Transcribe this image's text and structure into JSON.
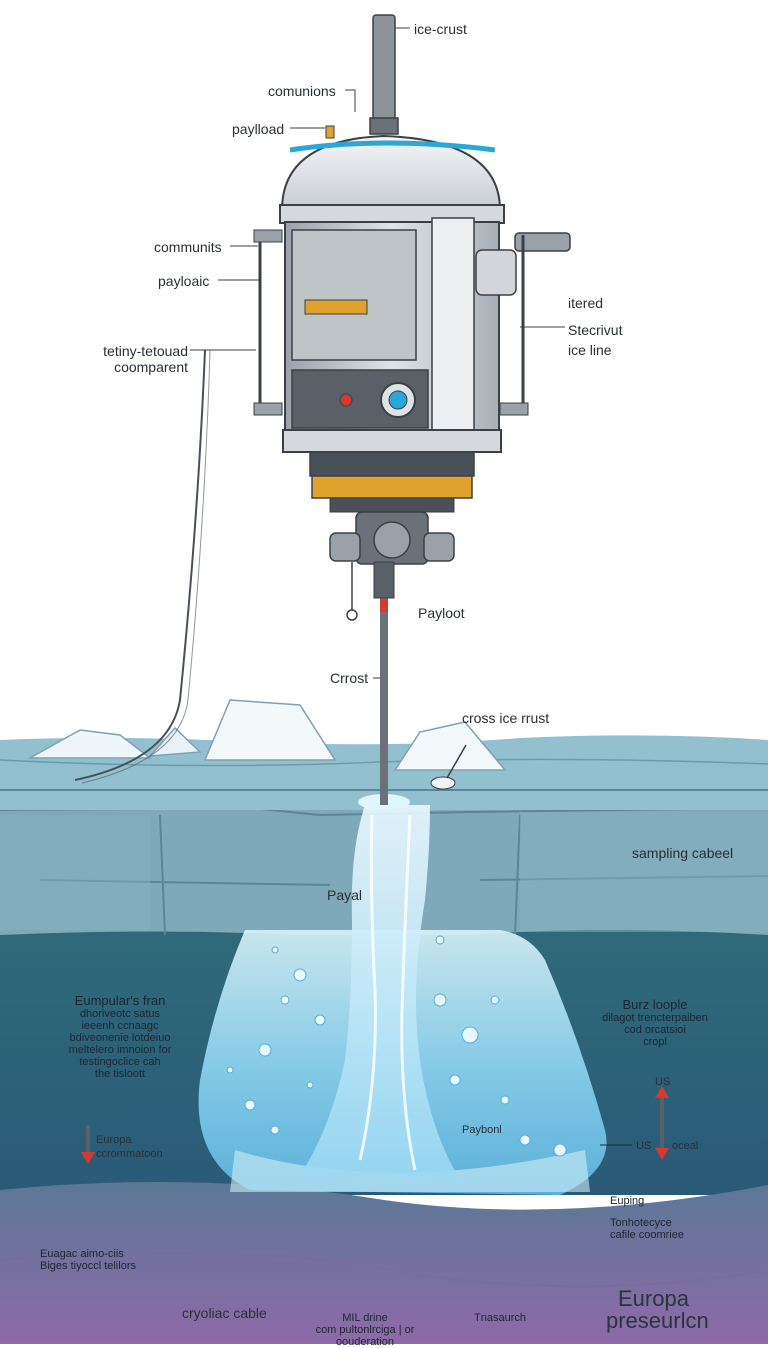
{
  "labels": {
    "ice_crust_top": "ice-crust",
    "comunions": "comunions",
    "payload_top": "paylload",
    "communits": "communits",
    "payloaic": "payloaic",
    "teleny_line1": "tetiny-tetouad",
    "teleny_line2": "coomparent",
    "itered": "itered",
    "stecrivut": "Stecrivut",
    "ice_line": "ice line",
    "payloot": "Payloot",
    "crrost": "Crrost",
    "cross_ice_crust": "cross ice rrust",
    "sampling_cable": "sampling cabeel",
    "payal": "Payal",
    "payboul": "Paybonl",
    "us_top": "US",
    "us_ocean": "US",
    "ocean": "oceal",
    "europa_marker": "Europa",
    "europa_marker_sub": "ccrommatoon",
    "cryoliac_cable": "cryoliac cable",
    "europa_footer_1": "Europa",
    "europa_footer_2": "preseurlcn"
  },
  "left_block": {
    "head": "Eumpular's fran",
    "lines": [
      "dhoriveotc satus",
      "ieeenh ccnaagc",
      "bdiveonenie lotdeiuo",
      "meltelero imnoion for",
      "testingoclice cah",
      "the tisloott"
    ]
  },
  "right_block": {
    "head": "Burz loople",
    "lines": [
      "dilagot trencterpaiben",
      "cod orcatsioi",
      "cropl"
    ]
  },
  "right_lower": {
    "lines": [
      "Euping",
      "Tonhotecyce",
      "cafile coomriee"
    ]
  },
  "left_lower": {
    "lines": [
      "Euagac aimo-ciis",
      "Biges   tiyoccl telilors"
    ]
  },
  "bottom_center": {
    "lines": [
      "MIL drine",
      "com pultonlrciga | or oouderation"
    ],
    "right_lines": [
      "Tnasaurch"
    ]
  },
  "colors": {
    "sky": "#ffffff",
    "ice_surface": "#8fbccb",
    "ice_wall": "#6e97a8",
    "ocean_deep": "#2f6a7a",
    "water_light": "#bfe6f5",
    "water_mid": "#6fc3e8",
    "seabed_top": "#5f7a98",
    "seabed_bottom": "#8a6aa6",
    "probe_body": "#e4e7ea",
    "probe_accent": "#2aa7d6",
    "probe_gold": "#e0a22c",
    "probe_dark": "#4a5058",
    "marker_red": "#d63a2f"
  }
}
